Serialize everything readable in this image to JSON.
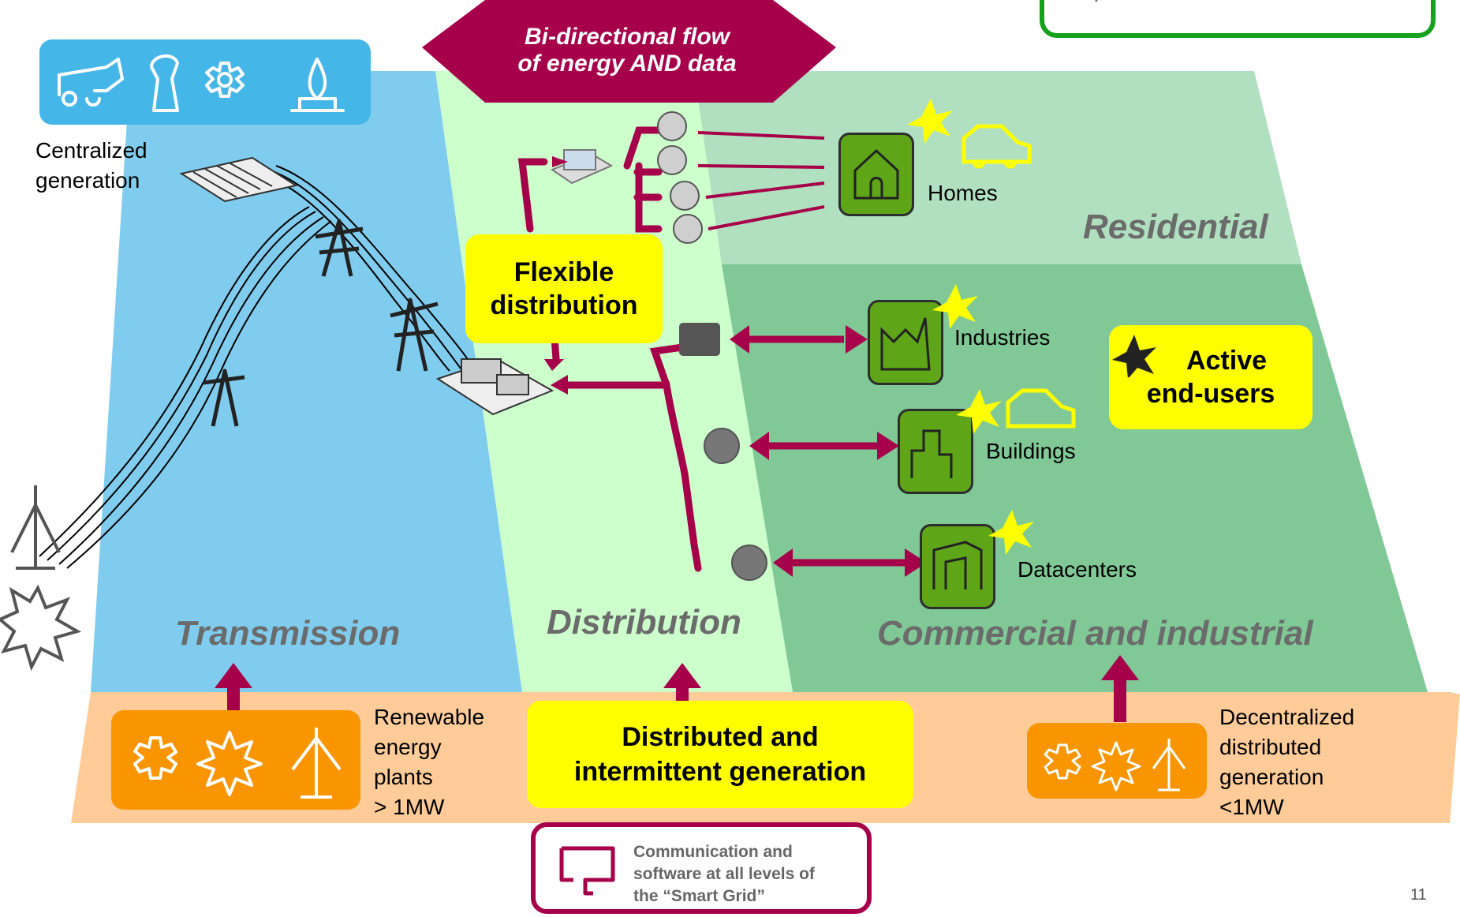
{
  "top_banner": {
    "line1": "Bi-directional flow",
    "line2": "of energy AND data"
  },
  "top_right_box": {
    "text": "optimisation"
  },
  "central_generation": {
    "label_line1": "Centralized",
    "label_line2": "generation",
    "icons": [
      "cannon-icon",
      "cooling-tower-icon",
      "gear-icon",
      "flame-icon"
    ]
  },
  "zones": {
    "transmission": "Transmission",
    "distribution": "Distribution",
    "residential": "Residential",
    "commercial": "Commercial and industrial"
  },
  "flexible_distribution": {
    "line1": "Flexible",
    "line2": "distribution"
  },
  "consumers": {
    "homes": "Homes",
    "industries": "Industries",
    "buildings": "Buildings",
    "datacenters": "Datacenters"
  },
  "active_end_users": {
    "line1": "Active",
    "line2": "end-users"
  },
  "renewable_plants": {
    "line1": "Renewable",
    "line2": "energy",
    "line3": "plants",
    "line4": "> 1MW"
  },
  "distributed_generation": {
    "line1": "Distributed and",
    "line2": "intermittent generation"
  },
  "decentralized": {
    "line1": "Decentralized",
    "line2": "distributed",
    "line3": "generation",
    "line4": "<1MW"
  },
  "communication": {
    "line1": "Communication and",
    "line2": "software at all levels of",
    "line3": "the “Smart Grid”"
  },
  "page_number": "11",
  "colors": {
    "transmission": "#7fccee",
    "distribution": "#ccffcc",
    "residential": "#b0e0c0",
    "commercial": "#80c997",
    "base": "#ffcc99",
    "accent": "#a6004a",
    "yellow": "#ffff00",
    "orange": "#f99500",
    "green_icon": "#5ea518",
    "blue_icon": "#45b6e8"
  }
}
